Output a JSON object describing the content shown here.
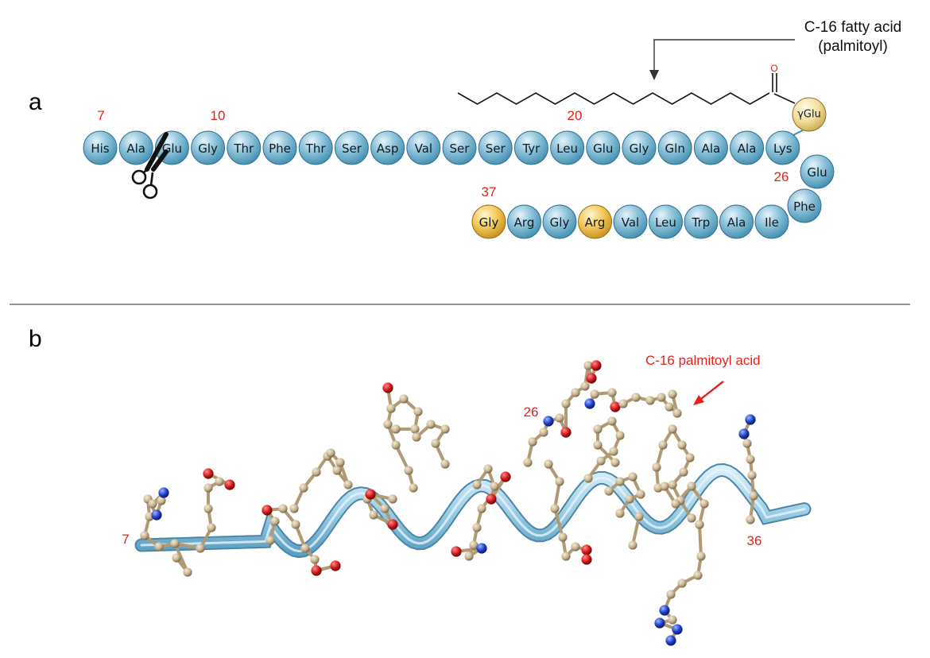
{
  "panel_a": {
    "label": "a",
    "main_chain": [
      "His",
      "Ala",
      "Glu",
      "Gly",
      "Thr",
      "Phe",
      "Thr",
      "Ser",
      "Asp",
      "Val",
      "Ser",
      "Ser",
      "Tyr",
      "Leu",
      "Glu",
      "Gly",
      "Gln",
      "Ala",
      "Ala",
      "Lys"
    ],
    "turn_chain": [
      "Glu",
      "Phe"
    ],
    "return_chain": [
      "Ile",
      "Ala",
      "Trp",
      "Leu",
      "Val",
      "Arg",
      "Gly",
      "Arg",
      "Gly"
    ],
    "highlighted_residues": [
      "Arg",
      "Gly"
    ],
    "linker": "γGlu",
    "fatty_acid_label_line1": "C-16 fatty acid",
    "fatty_acid_label_line2": "(palmitoyl)",
    "carbonyl_oxygen": "O",
    "residue_numbers": {
      "n7": "7",
      "n10": "10",
      "n20": "20",
      "n26": "26",
      "n37": "37"
    },
    "colors": {
      "bead_blue": "#8fc3da",
      "bead_gold": "#f2c85a",
      "number_red": "#e32219"
    }
  },
  "panel_b": {
    "label": "b",
    "palmitoyl_label": "C-16 palmitoyl acid",
    "residue_numbers": {
      "n7": "7",
      "n26": "26",
      "n36": "36"
    },
    "colors": {
      "ribbon": "#9fcfe6",
      "carbon": "#c8b593",
      "oxygen": "#d11a1a",
      "nitrogen": "#1e3fc8"
    }
  }
}
